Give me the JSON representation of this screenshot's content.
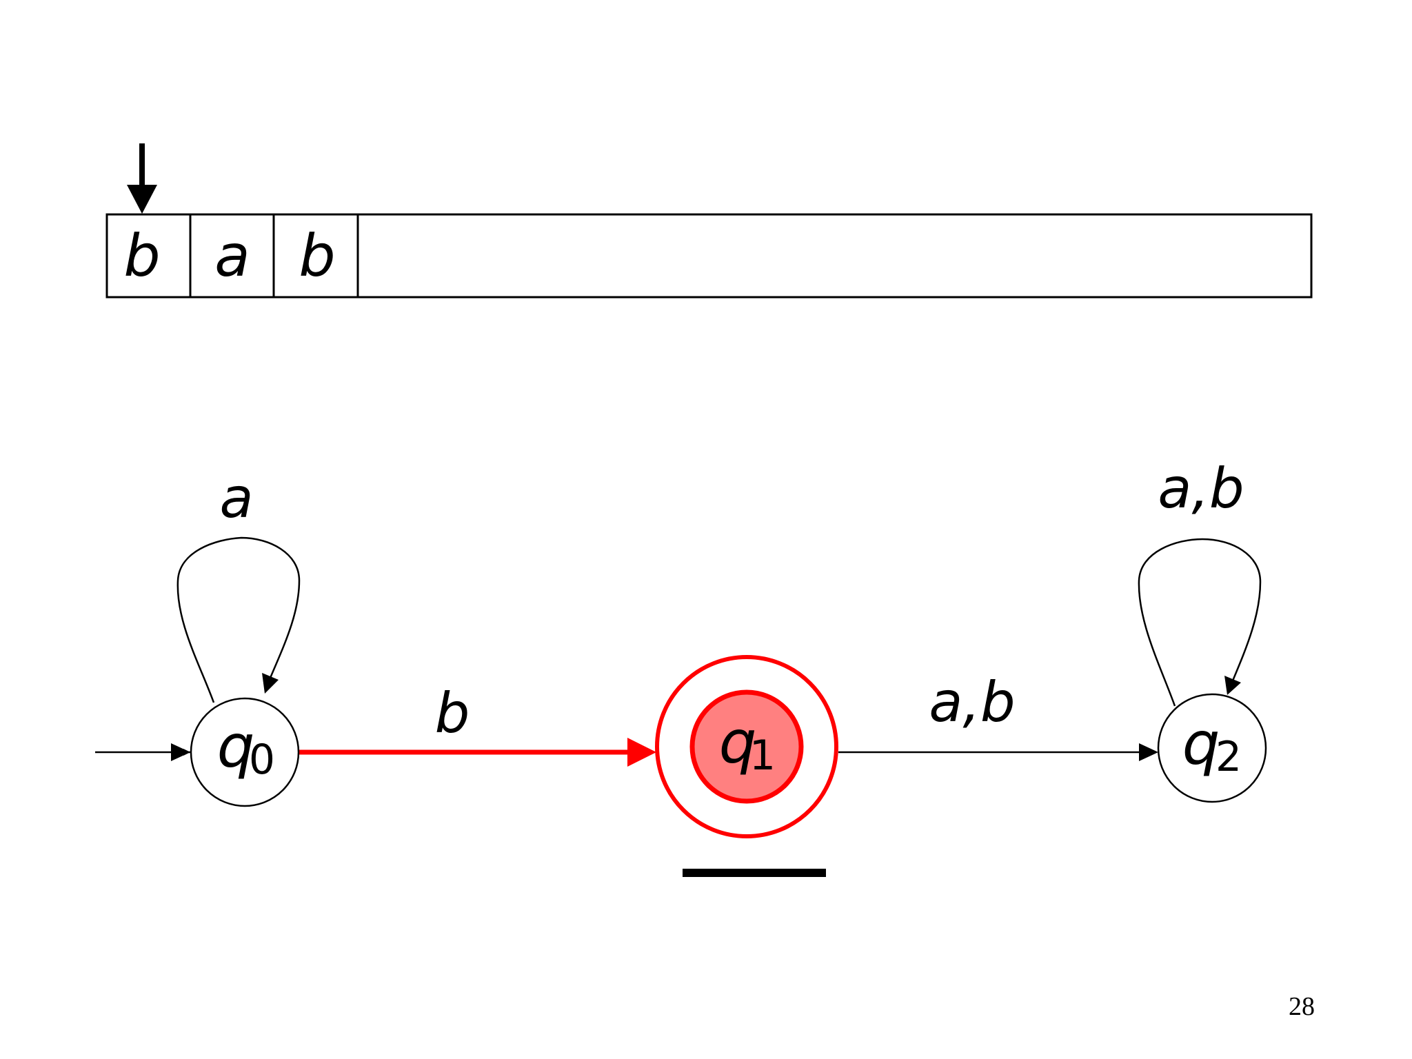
{
  "tape": {
    "cells": [
      "b",
      "a",
      "b"
    ],
    "head_index": 0
  },
  "states": [
    {
      "name": "q",
      "sub": "0",
      "initial": true,
      "accepting": false,
      "current": false
    },
    {
      "name": "q",
      "sub": "1",
      "initial": false,
      "accepting": true,
      "current": true
    },
    {
      "name": "q",
      "sub": "2",
      "initial": false,
      "accepting": false,
      "current": false
    }
  ],
  "transitions": [
    {
      "from": "q0",
      "to": "q0",
      "label": "a",
      "active": false
    },
    {
      "from": "q0",
      "to": "q1",
      "label": "b",
      "active": true
    },
    {
      "from": "q1",
      "to": "q2",
      "label": "a,b",
      "active": false
    },
    {
      "from": "q2",
      "to": "q2",
      "label": "a,b",
      "active": false
    }
  ],
  "colors": {
    "active": "#ff0000",
    "current_fill": "#ff8080",
    "ink": "#000000"
  },
  "page_number": "28"
}
